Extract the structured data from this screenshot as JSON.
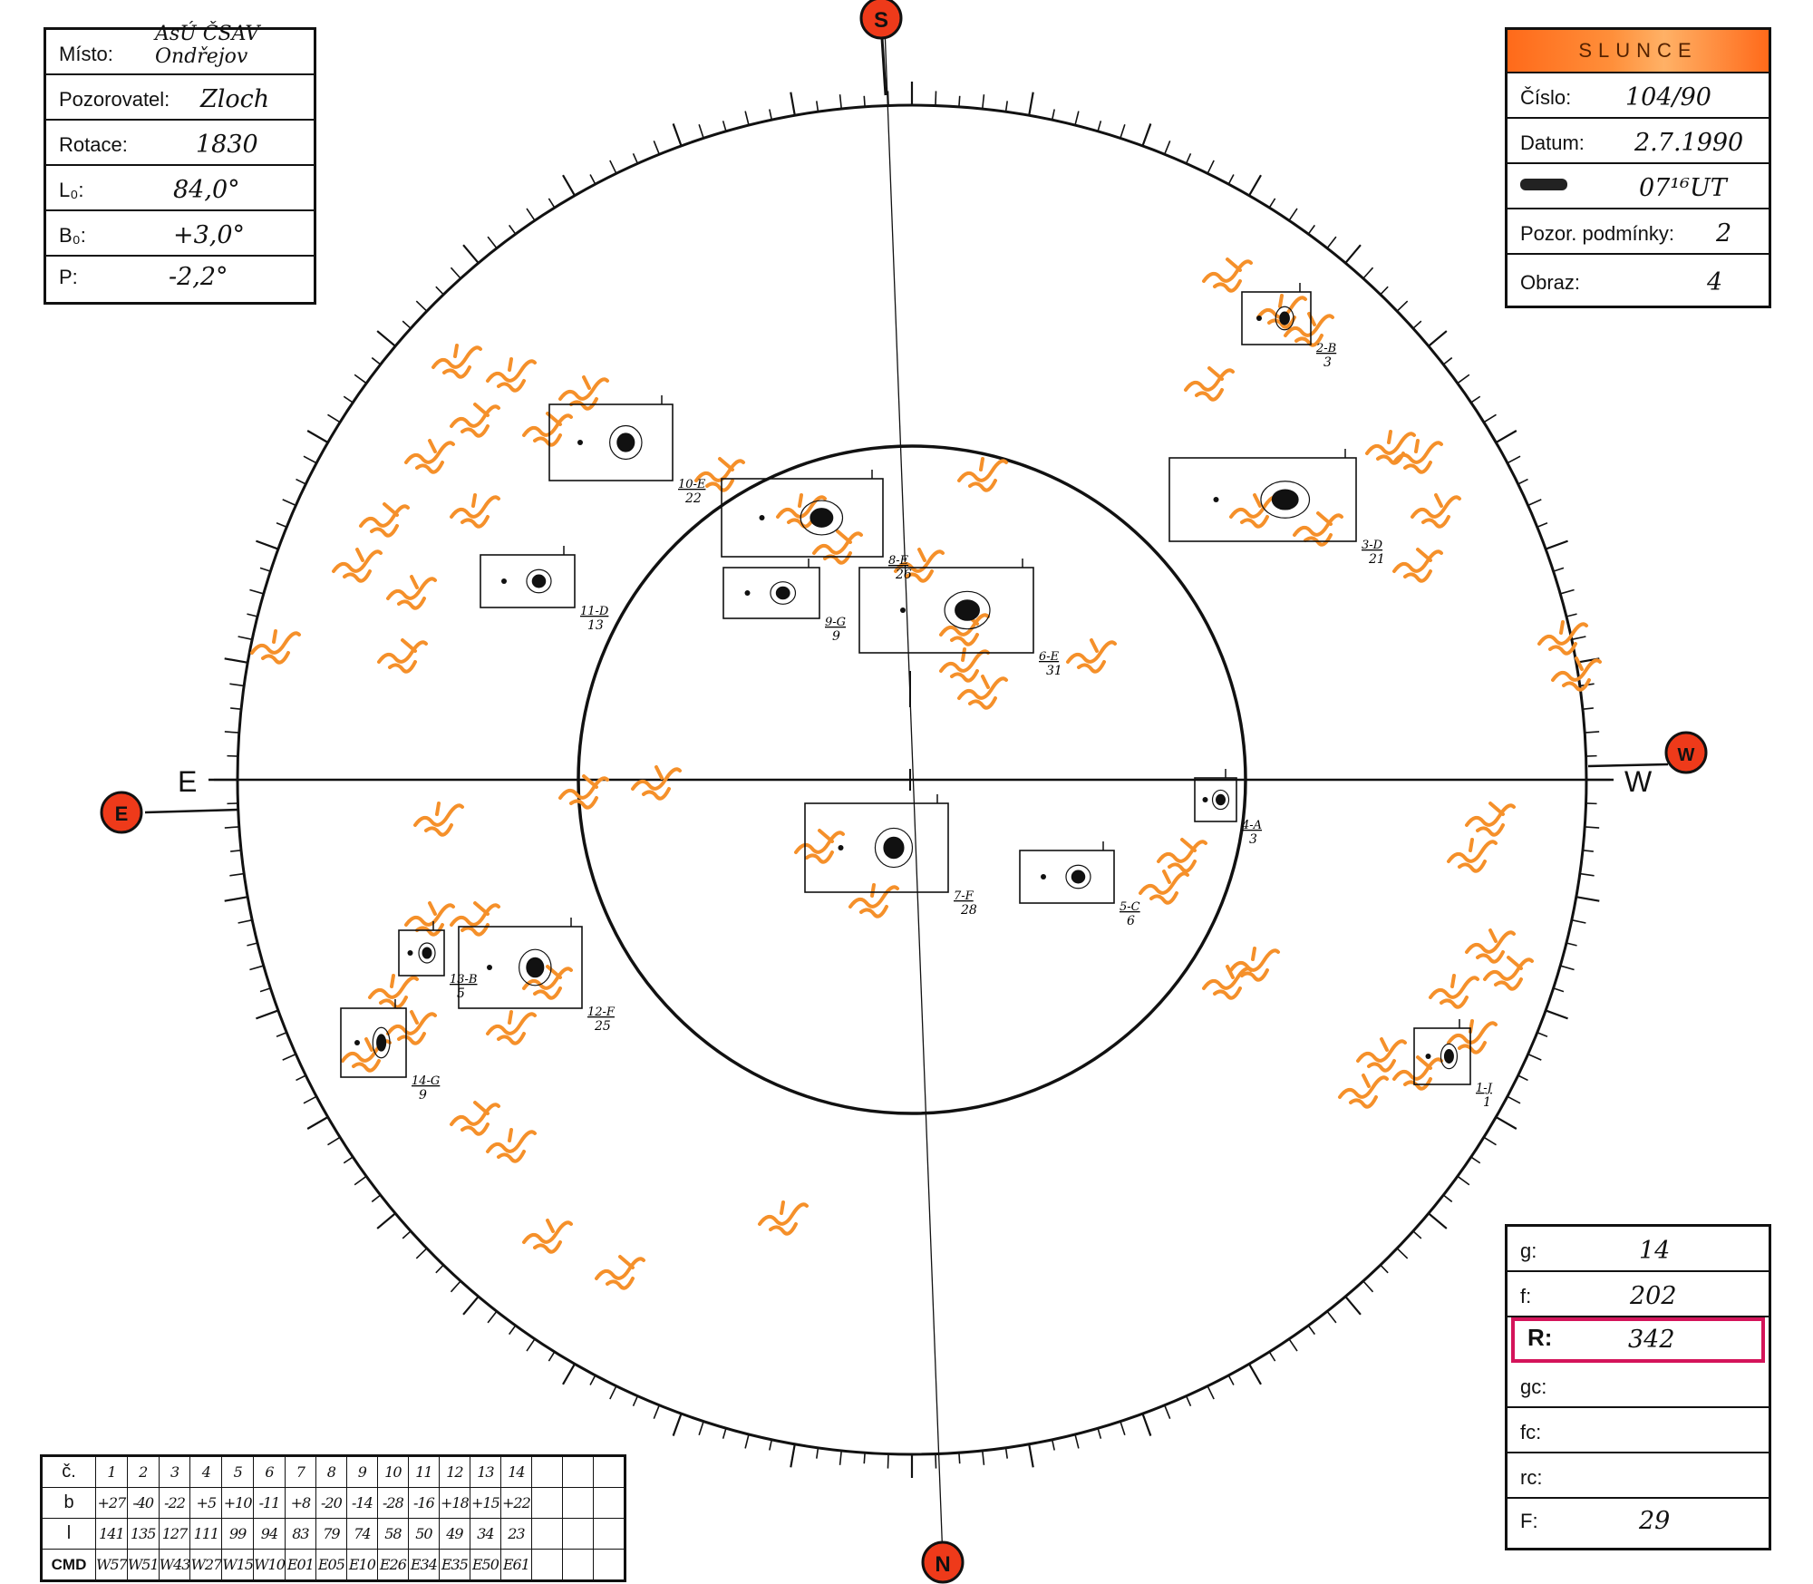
{
  "left_panel": {
    "rows": [
      {
        "label": "Místo:",
        "value": "AsÚ ČSAV Ondřejov"
      },
      {
        "label": "Pozorovatel:",
        "value": "Zloch"
      },
      {
        "label": "Rotace:",
        "value": "1830"
      },
      {
        "label": "L₀:",
        "value": "84,0°"
      },
      {
        "label": "B₀:",
        "value": "+3,0°"
      },
      {
        "label": "P:",
        "value": "-2,2°"
      }
    ]
  },
  "right_panel": {
    "title": "SLUNCE",
    "rows": [
      {
        "label": "Číslo:",
        "value": "104/90"
      },
      {
        "label": "Datum:",
        "value": "2.7.1990"
      },
      {
        "label": "",
        "value": "07¹⁶UT"
      },
      {
        "label": "Pozor. podmínky:",
        "value": "2"
      },
      {
        "label": "Obraz:",
        "value": "4"
      }
    ]
  },
  "summary_panel": {
    "rows": [
      {
        "label": "g:",
        "value": "14"
      },
      {
        "label": "f:",
        "value": "202"
      },
      {
        "label": "R:",
        "value": "342",
        "highlight": true
      },
      {
        "label": "gc:",
        "value": ""
      },
      {
        "label": "fc:",
        "value": ""
      },
      {
        "label": "rc:",
        "value": ""
      },
      {
        "label": "F:",
        "value": "29"
      }
    ]
  },
  "directions": {
    "s": "S",
    "n": "N",
    "e": "E",
    "w": "W"
  },
  "axis_labels": {
    "e": "E",
    "w": "W"
  },
  "groups": [
    {
      "id": "1-J",
      "count": "1"
    },
    {
      "id": "2-B",
      "count": "3"
    },
    {
      "id": "3-D",
      "count": "21"
    },
    {
      "id": "4-A",
      "count": "3"
    },
    {
      "id": "5-C",
      "count": "6"
    },
    {
      "id": "6-E",
      "count": "31"
    },
    {
      "id": "7-F",
      "count": "28"
    },
    {
      "id": "8-E",
      "count": "26"
    },
    {
      "id": "9-G",
      "count": "9"
    },
    {
      "id": "10-E",
      "count": "22"
    },
    {
      "id": "11-D",
      "count": "13"
    },
    {
      "id": "12-F",
      "count": "25"
    },
    {
      "id": "13-B",
      "count": "5"
    },
    {
      "id": "14-G",
      "count": "9"
    }
  ],
  "table": {
    "headers": [
      "č.",
      "b",
      "l",
      "CMD"
    ],
    "cols": [
      "1",
      "2",
      "3",
      "4",
      "5",
      "6",
      "7",
      "8",
      "9",
      "10",
      "11",
      "12",
      "13",
      "14"
    ],
    "b": [
      "+27",
      "-40",
      "-22",
      "+5",
      "+10",
      "-11",
      "+8",
      "-20",
      "-14",
      "-28",
      "-16",
      "+18",
      "+15",
      "+22"
    ],
    "l": [
      "141",
      "135",
      "127",
      "111",
      "99",
      "94",
      "83",
      "79",
      "74",
      "58",
      "50",
      "49",
      "34",
      "23"
    ],
    "cmd": [
      "W57",
      "W51",
      "W43",
      "W27",
      "W15",
      "W10",
      "E01",
      "E05",
      "E10",
      "E26",
      "E34",
      "E35",
      "E50",
      "E61"
    ]
  },
  "colors": {
    "facula": "#f5902a",
    "badge": "#ee3a1a",
    "highlight": "#d4145a",
    "header": "#ff7a22"
  }
}
